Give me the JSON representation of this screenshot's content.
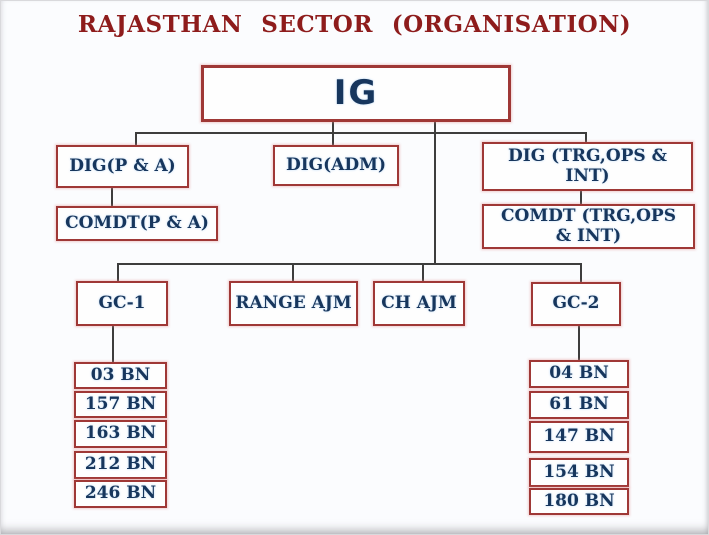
{
  "title": "RAJASTHAN SECTOR (ORGANISATION)",
  "org": {
    "root": {
      "label": "IG"
    },
    "dig_pa": {
      "label": "DIG(P & A)"
    },
    "dig_adm": {
      "label": "DIG(ADM)"
    },
    "dig_trg": {
      "label": "DIG (TRG,OPS & INT)"
    },
    "comdt_pa": {
      "label": "COMDT(P & A)"
    },
    "comdt_trg": {
      "label": "COMDT (TRG,OPS & INT)"
    },
    "gc1": {
      "label": "GC-1"
    },
    "range_ajm": {
      "label": "RANGE AJM"
    },
    "ch_ajm": {
      "label": "CH AJM"
    },
    "gc2": {
      "label": "GC-2"
    },
    "gc1_bns": [
      "03 BN",
      "157 BN",
      "163 BN",
      "212 BN",
      "246 BN"
    ],
    "gc2_bns": [
      "04 BN",
      "61 BN",
      "147 BN",
      "154 BN",
      "180 BN"
    ]
  },
  "colors": {
    "title_text": "#8e1c1c",
    "box_border": "#9f3836",
    "box_text": "#17365d",
    "connector": "#3d3d3d",
    "background": "#fbfcfe"
  }
}
